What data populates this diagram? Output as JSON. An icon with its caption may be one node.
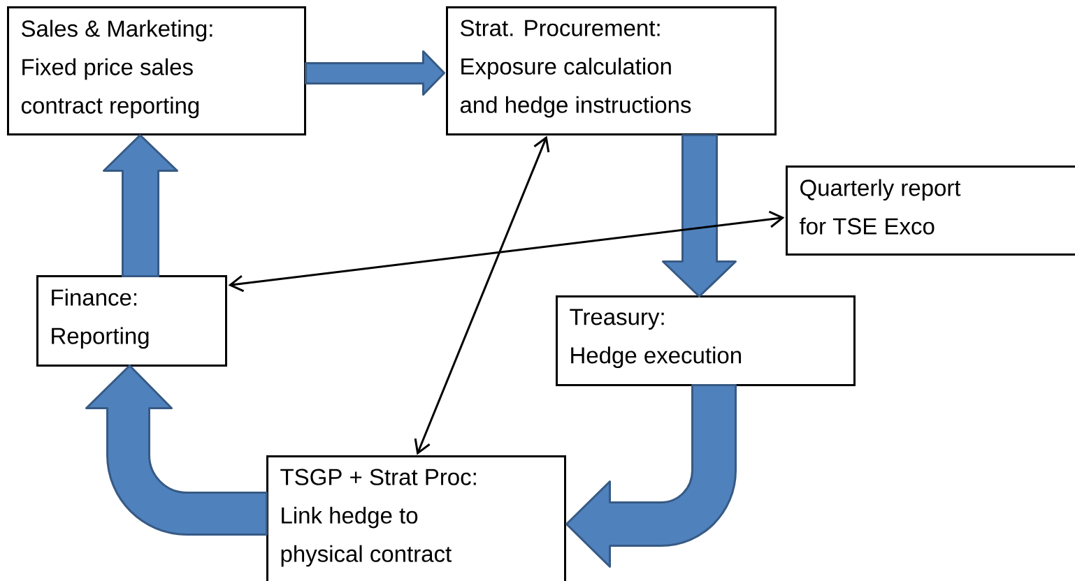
{
  "diagram": {
    "nodes": [
      {
        "text": [
          "Sales & Marketing:",
          "Fixed price sales contract reporting"
        ]
      },
      {
        "text": [
          "Strat. Procurement:",
          "Exposure calculation and hedge instructions"
        ]
      },
      {
        "text": [
          "Quarterly report for TSE Exco"
        ]
      },
      {
        "text": [
          "Finance:",
          "Reporting"
        ]
      },
      {
        "text": [
          "Treasury:",
          "Hedge execution"
        ]
      },
      {
        "text": [
          "TSGP + Strat Proc:",
          "Link hedge to physical contract"
        ]
      }
    ],
    "edges": [
      {
        "from": 0,
        "to": 1,
        "arrow": "to",
        "style": "thick"
      },
      {
        "from": 1,
        "to": 4,
        "arrow": "to",
        "style": "thick"
      },
      {
        "from": 4,
        "to": 5,
        "arrow": "to",
        "style": "thick"
      },
      {
        "from": 5,
        "to": 3,
        "arrow": "to",
        "style": "thick"
      },
      {
        "from": 3,
        "to": 0,
        "arrow": "to",
        "style": "thick"
      },
      {
        "from": 1,
        "to": 5,
        "arrow": "both",
        "color": "#000000"
      },
      {
        "from": 3,
        "to": 2,
        "arrow": "both",
        "color": "#000000"
      }
    ]
  }
}
